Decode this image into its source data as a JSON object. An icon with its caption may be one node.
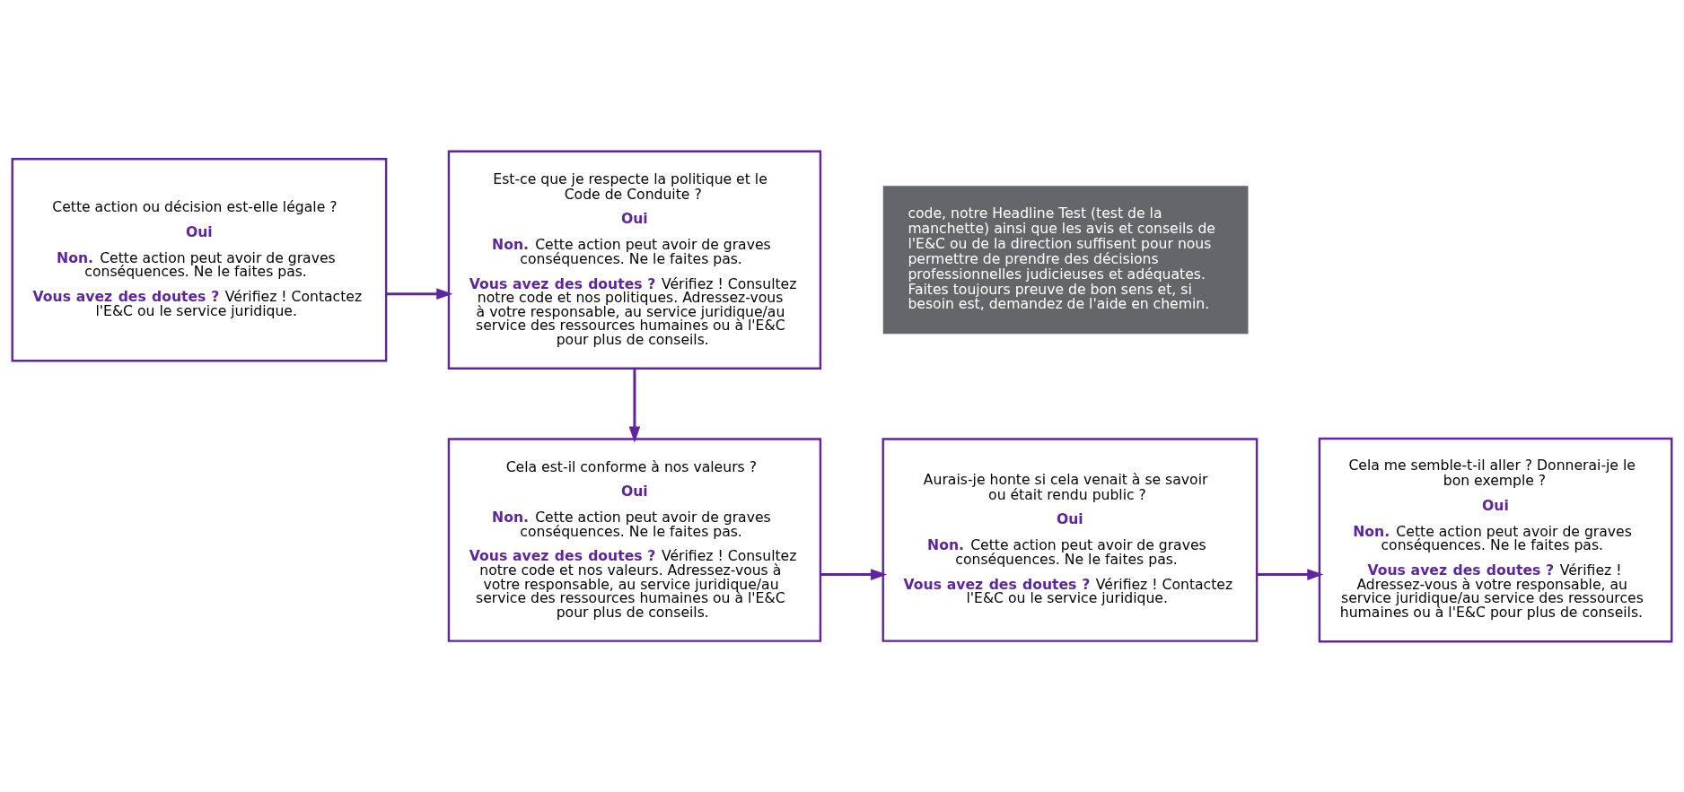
{
  "diagram": {
    "nodes": [
      {
        "text": [
          "Cette action ou décision est-elle légale ?",
          "Oui",
          "**Non.** Cette action peut avoir de graves conséquences. Ne le faites pas.",
          "**Vous avez des doutes ?** Vérifiez ! Contactez l'E&C ou le service juridique."
        ]
      },
      {
        "text": [
          "Est-ce que je respecte la politique et le Code de Conduite ?",
          "Oui",
          "**Non.** Cette action peut avoir de graves conséquences. Ne le faites pas.",
          "**Vous avez des doutes ?** Vérifiez ! Consultez notre code et nos politiques. Adressez-vous à votre responsable, au service juridique/au service des ressources humaines ou à l'E&C pour plus de conseils."
        ]
      },
      {
        "text": [
          "Cela est-il conforme à nos valeurs ?",
          "Oui",
          "**Non.** Cette action peut avoir de graves conséquences. Ne le faites pas.",
          "**Vous avez des doutes ?** Vérifiez ! Consultez notre code et nos valeurs. Adressez-vous à votre responsable, au service juridique/au service des ressources humaines ou à l'E&C pour plus de conseils."
        ]
      },
      {
        "text": [
          "Aurais-je honte si cela venait à se savoir ou était rendu public ?",
          "Oui",
          "**Non.** Cette action peut avoir de graves conséquences. Ne le faites pas.",
          "**Vous avez des doutes ?** Vérifiez ! Contactez l'E&C ou le service juridique."
        ]
      },
      {
        "text": [
          "Cela me semble-t-il aller ? Donnerai-je le bon exemple ?",
          "Oui",
          "**Non.** Cette action peut avoir de graves conséquences. Ne le faites pas.",
          "**Vous avez des doutes ?** Vérifiez ! Adressez-vous à votre responsable, au service juridique/au service des ressources humaines ou à l'E&C pour plus de conseils."
        ]
      },
      {
        "text": [
          "code, notre Headline Test (test de la manchette) ainsi que les avis et conseils de l'E&C ou de la direction suffisent pour nous permettre de prendre des décisions professionnelles judicieuses et adéquates. Faites toujours preuve de bon sens et, si besoin est, demandez de l'aide en chemin."
        ]
      }
    ],
    "edges": [
      {
        "from": 0,
        "to": 1,
        "arrow": "to"
      },
      {
        "from": 1,
        "to": 2,
        "arrow": "to"
      },
      {
        "from": 2,
        "to": 3,
        "arrow": "to"
      },
      {
        "from": 3,
        "to": 4,
        "arrow": "to"
      }
    ]
  }
}
